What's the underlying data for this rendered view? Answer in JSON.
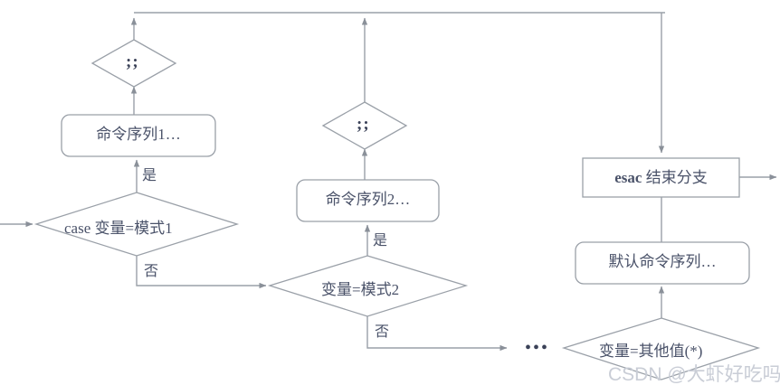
{
  "diagram": {
    "title": "Shell case statement flowchart",
    "colors": {
      "stroke": "#9aa0a8",
      "stroke_dark": "#7d838c",
      "text": "#4a5269",
      "background": "#ffffff",
      "watermark": "#c9cdd6"
    },
    "nodes": {
      "case_decision": {
        "keyword": "case",
        "text": "变量=模式1",
        "shape": "diamond"
      },
      "cmd_seq_1": {
        "text": "命令序列1…",
        "shape": "rounded-rect"
      },
      "terminator_1": {
        "text": ";;",
        "shape": "diamond"
      },
      "mode2_decision": {
        "text": "变量=模式2",
        "shape": "diamond"
      },
      "cmd_seq_2": {
        "text": "命令序列2…",
        "shape": "rounded-rect"
      },
      "terminator_2": {
        "text": ";;",
        "shape": "diamond"
      },
      "other_decision": {
        "text": "变量=其他值(*)",
        "shape": "diamond"
      },
      "default_cmd_seq": {
        "text": "默认命令序列…",
        "shape": "rounded-rect"
      },
      "esac_end": {
        "keyword": "esac",
        "text": "结束分支",
        "shape": "rect"
      }
    },
    "edge_labels": {
      "case_yes": "是",
      "case_no": "否",
      "mode2_yes": "是",
      "mode2_no": "否"
    },
    "ellipsis": "•••",
    "watermark": "CSDN @大虾好吃吗"
  }
}
